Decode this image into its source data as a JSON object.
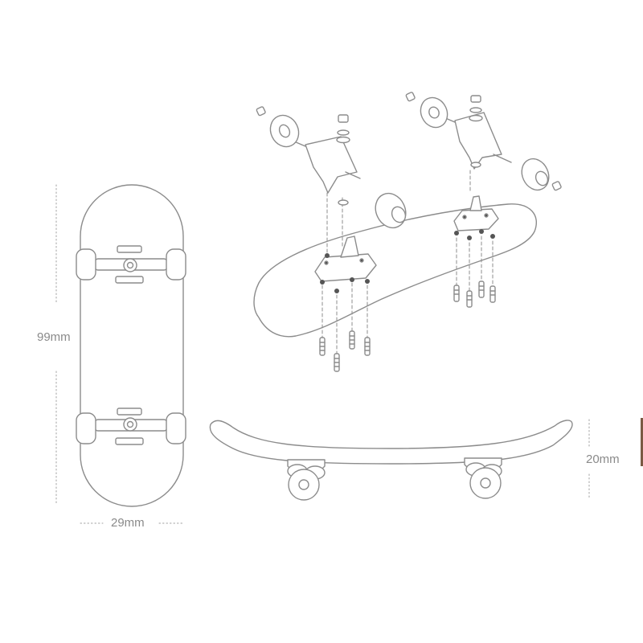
{
  "dimensions": {
    "length": "99mm",
    "width": "29mm",
    "height": "20mm"
  },
  "colors": {
    "line": "#8c8c8c",
    "dim_line": "#a0a0a0",
    "dot": "#555555",
    "fill": "#ffffff"
  }
}
